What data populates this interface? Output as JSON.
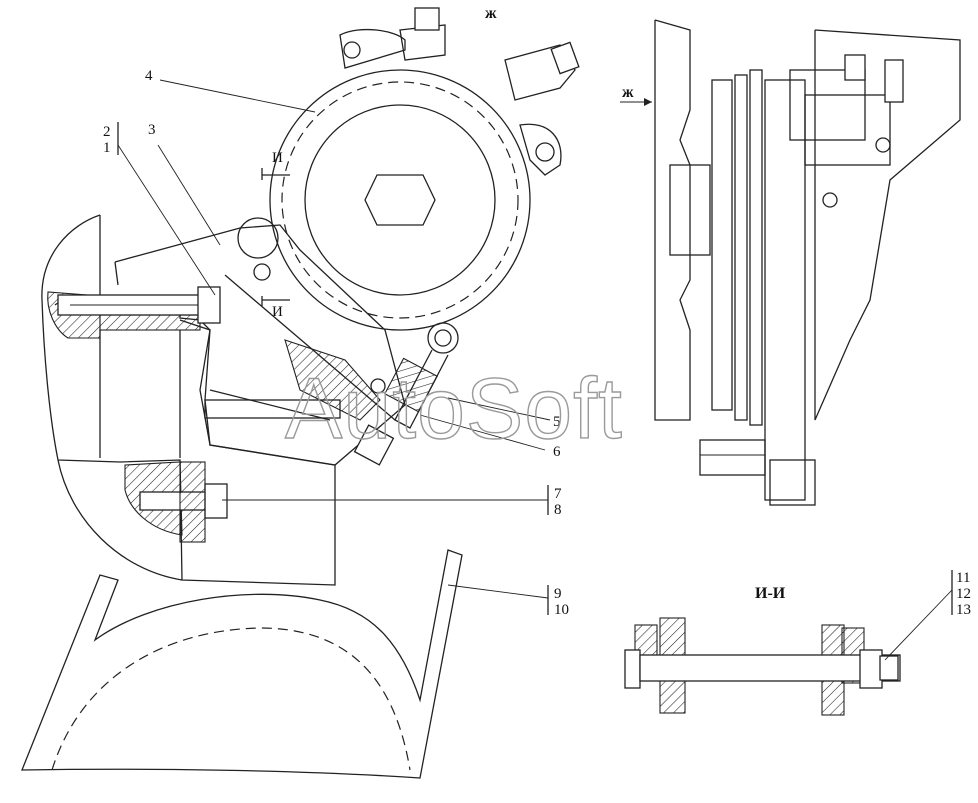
{
  "watermark": "AutoSoft",
  "view_labels": {
    "view_zh": "ж",
    "section_title": "И-И",
    "arrow_zh": "ж",
    "cut_top": "И",
    "cut_bottom": "И"
  },
  "callouts": {
    "c1": "1",
    "c2": "2",
    "c3": "3",
    "c4": "4",
    "c5": "5",
    "c6": "6",
    "c7": "7",
    "c8": "8",
    "c9": "9",
    "c10": "10",
    "c11": "11",
    "c12": "12",
    "c13": "13"
  }
}
